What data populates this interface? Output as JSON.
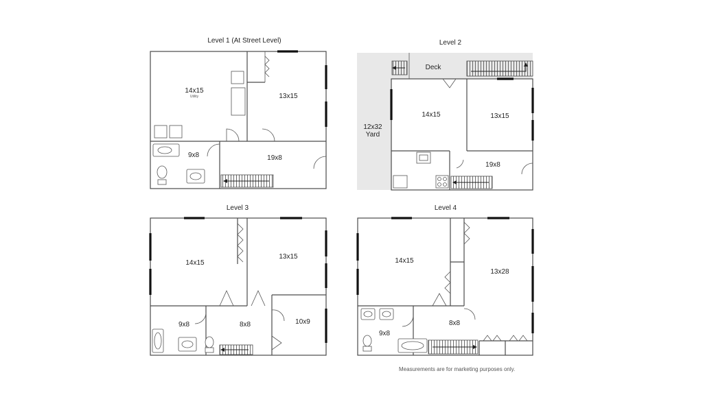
{
  "levels": [
    {
      "title": "Level 1 (At Street Level)",
      "rooms": [
        {
          "label": "14x15",
          "sub": "Utility"
        },
        {
          "label": "13x15"
        },
        {
          "label": "9x8"
        },
        {
          "label": "19x8"
        }
      ]
    },
    {
      "title": "Level 2",
      "rooms": [
        {
          "label": "Deck"
        },
        {
          "label": "14x15"
        },
        {
          "label": "13x15"
        },
        {
          "label": "12x32",
          "sub": "Yard"
        },
        {
          "label": "19x8"
        }
      ]
    },
    {
      "title": "Level 3",
      "rooms": [
        {
          "label": "14x15"
        },
        {
          "label": "13x15"
        },
        {
          "label": "9x8"
        },
        {
          "label": "8x8"
        },
        {
          "label": "10x9"
        }
      ]
    },
    {
      "title": "Level 4",
      "rooms": [
        {
          "label": "14x15"
        },
        {
          "label": "13x28"
        },
        {
          "label": "9x8"
        },
        {
          "label": "8x8"
        }
      ]
    }
  ],
  "footer": "Measurements are for marketing purposes only."
}
